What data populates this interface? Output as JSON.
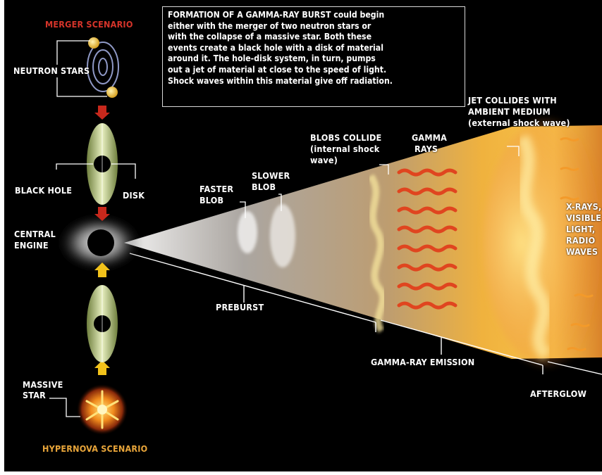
{
  "scenarios": {
    "merger": "MERGER SCENARIO",
    "hypernova": "HYPERNOVA SCENARIO"
  },
  "intro_lines": [
    "FORMATION OF A GAMMA-RAY BURST could begin",
    "either with the merger of two neutron stars or",
    "with the collapse of a massive star. Both these",
    "events create a black hole with a disk of material",
    "around it. The hole-disk system, in turn, pumps",
    "out a jet of material at close to the speed of light.",
    "Shock waves within this material give off radiation."
  ],
  "labels": {
    "neutron_stars": "NEUTRON STARS",
    "black_hole": "BLACK HOLE",
    "disk": "DISK",
    "central_engine": [
      "CENTRAL",
      "ENGINE"
    ],
    "massive_star": [
      "MASSIVE",
      "STAR"
    ],
    "faster_blob": [
      "FASTER",
      "BLOB"
    ],
    "slower_blob": [
      "SLOWER",
      "BLOB"
    ],
    "blobs_collide": [
      "BLOBS COLLIDE",
      "(internal shock",
      "wave)"
    ],
    "gamma_rays": [
      "GAMMA",
      "RAYS"
    ],
    "jet_collides": [
      "JET COLLIDES WITH",
      "AMBIENT MEDIUM",
      "(external shock wave)"
    ],
    "emissions": [
      "X-RAYS,",
      "VISIBLE",
      "LIGHT,",
      "RADIO",
      "WAVES"
    ],
    "preburst": "PREBURST",
    "gamma_ray_emission": "GAMMA-RAY EMISSION",
    "afterglow": "AFTERGLOW"
  },
  "colors": {
    "background": "#000000",
    "scenario_red": "#d6342a",
    "scenario_orange": "#e8a53a",
    "gamma_ray": "#e0451f",
    "disk_green": "#c8d69a",
    "arrow_red": "#c8281c",
    "arrow_yellow": "#f2c21a"
  }
}
